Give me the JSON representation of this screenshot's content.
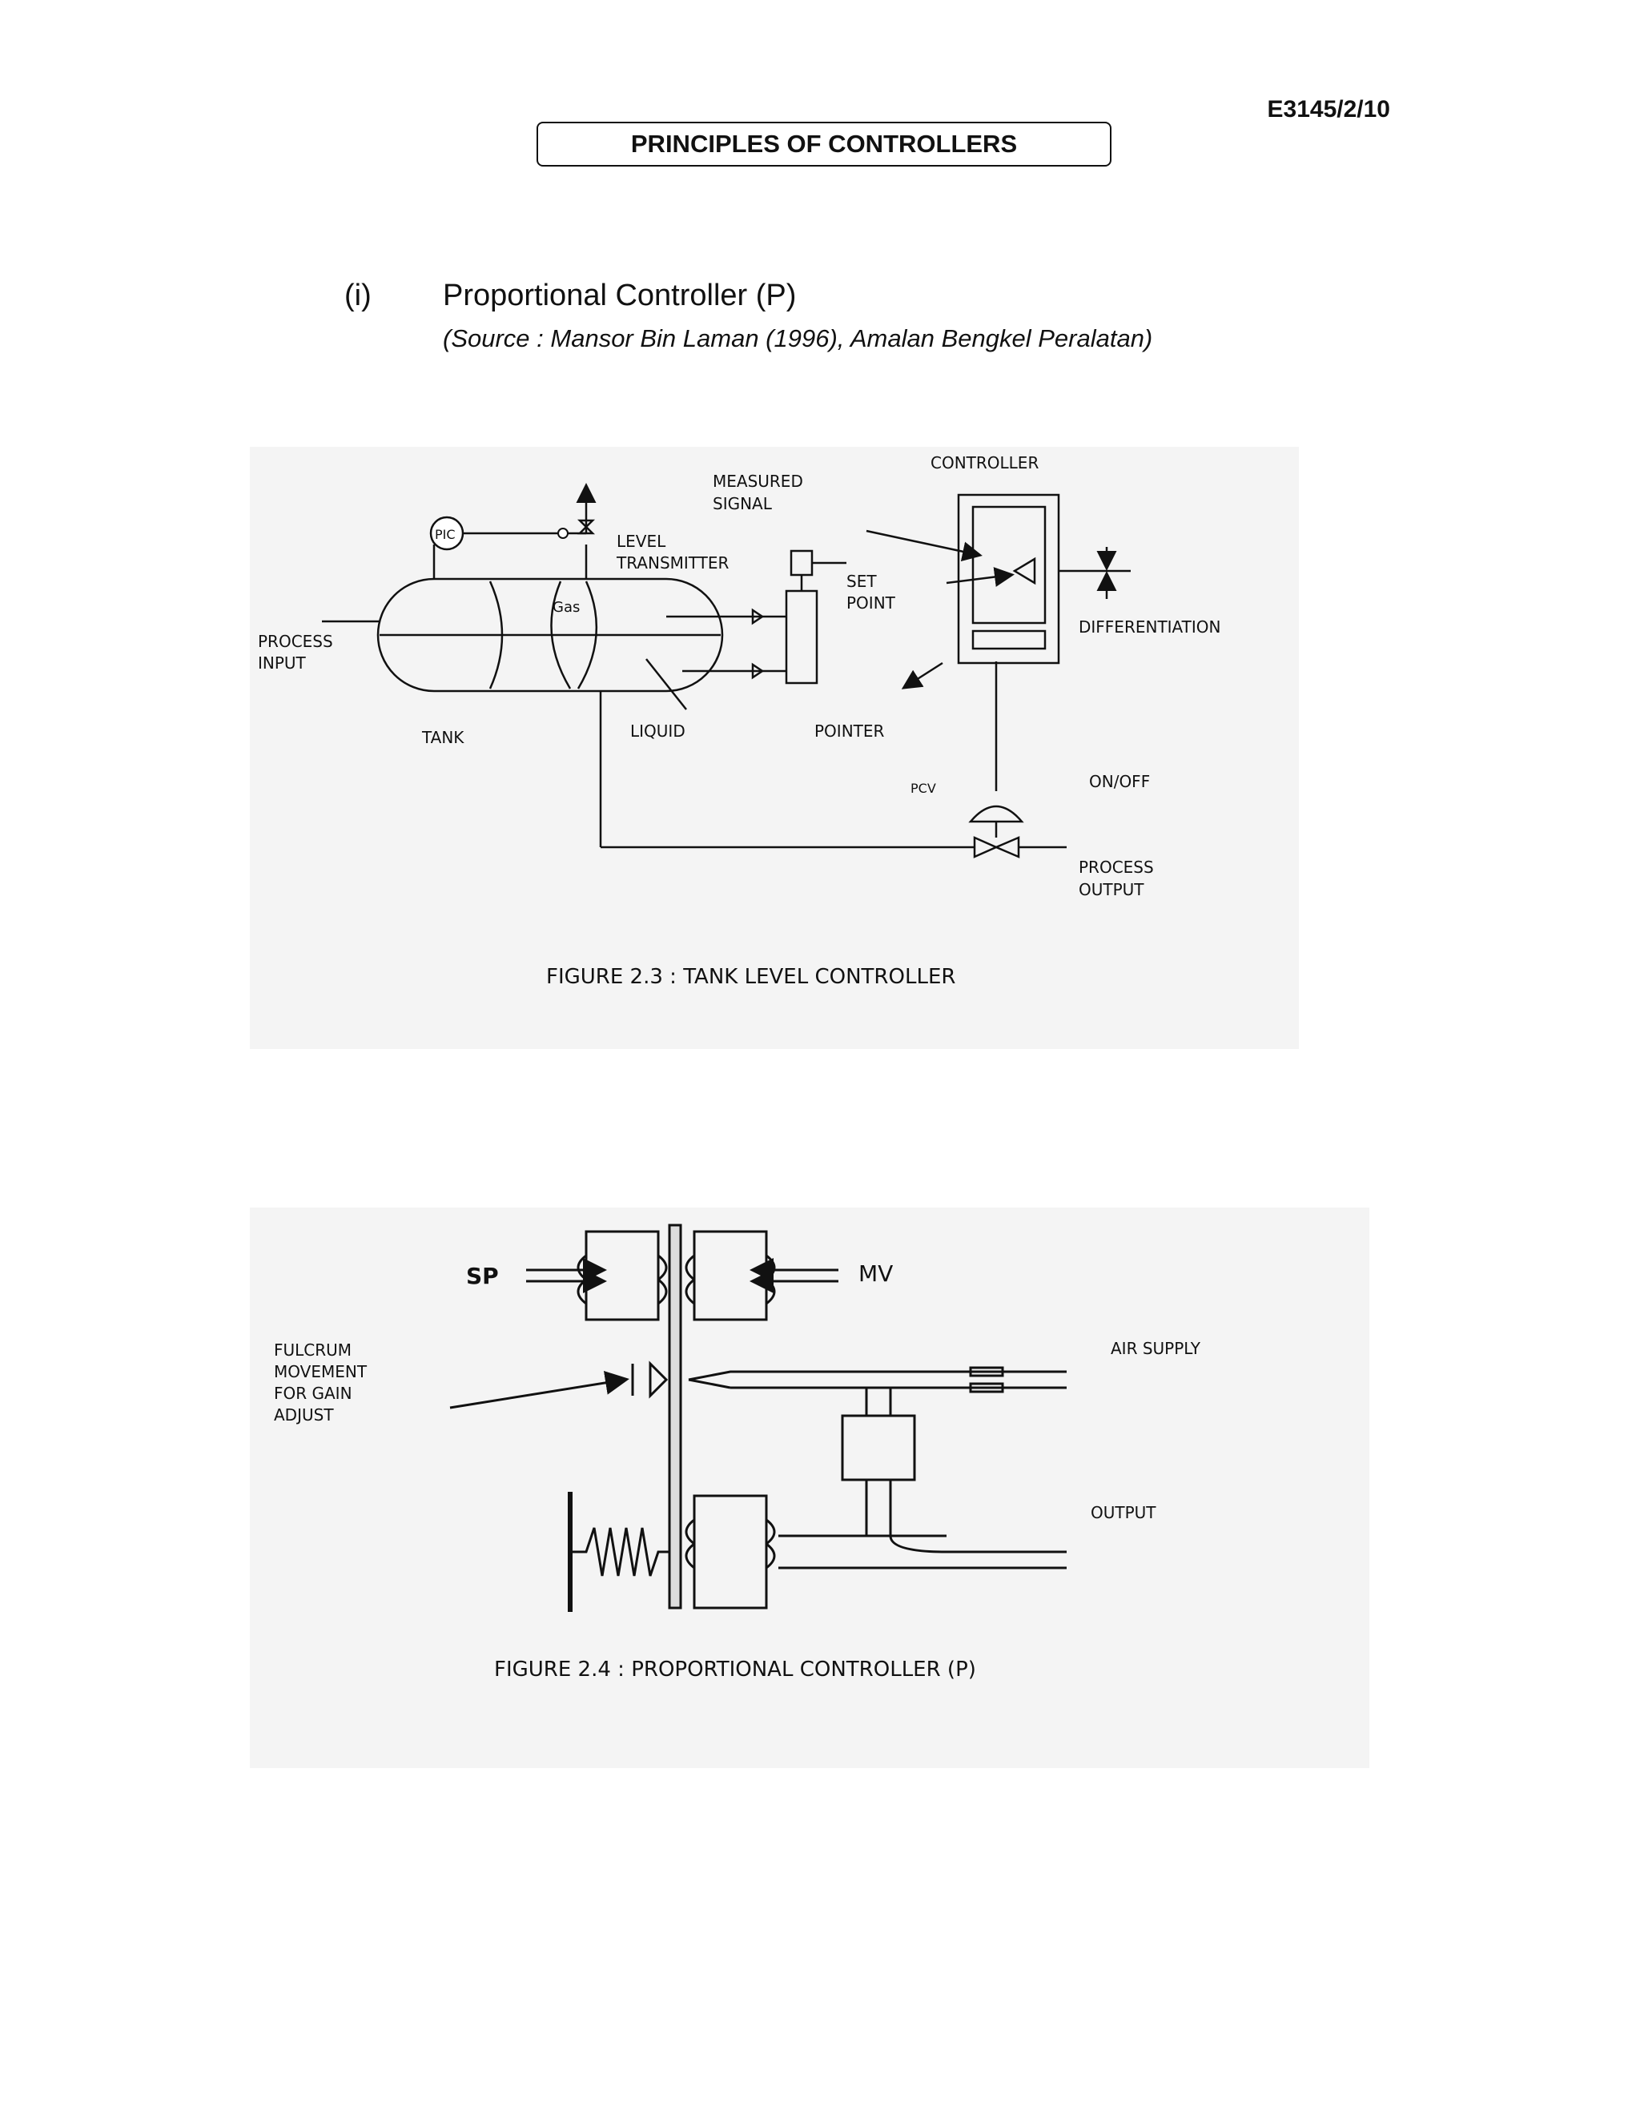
{
  "header": {
    "doc_code": "E3145/2/10",
    "title": "PRINCIPLES OF CONTROLLERS"
  },
  "section": {
    "number": "(i)",
    "title": "Proportional Controller (P)",
    "source": "(Source : Mansor Bin Laman (1996), Amalan Bengkel Peralatan)"
  },
  "figure1": {
    "labels": {
      "pic": "PIC",
      "gas": "Gas",
      "measured_signal": [
        "MEASURED",
        "SIGNAL"
      ],
      "controller": "CONTROLLER",
      "level_transmitter": [
        "LEVEL",
        "TRANSMITTER"
      ],
      "set_point": [
        "SET",
        "POINT"
      ],
      "differentiation": "DIFFERENTIATION",
      "process_input": [
        "PROCESS",
        "INPUT"
      ],
      "tank": "TANK",
      "liquid": "LIQUID",
      "pointer": "POINTER",
      "pcv": "PCV",
      "on_off": "ON/OFF",
      "process_output": [
        "PROCESS",
        "OUTPUT"
      ]
    },
    "caption": "FIGURE 2.3 : TANK LEVEL CONTROLLER"
  },
  "figure2": {
    "labels": {
      "sp": "SP",
      "mv": "MV",
      "fulcrum": [
        "FULCRUM",
        "MOVEMENT",
        "FOR GAIN",
        "ADJUST"
      ],
      "air_supply": "AIR SUPPLY",
      "output": "OUTPUT"
    },
    "caption": "FIGURE 2.4 : PROPORTIONAL CONTROLLER (P)"
  }
}
